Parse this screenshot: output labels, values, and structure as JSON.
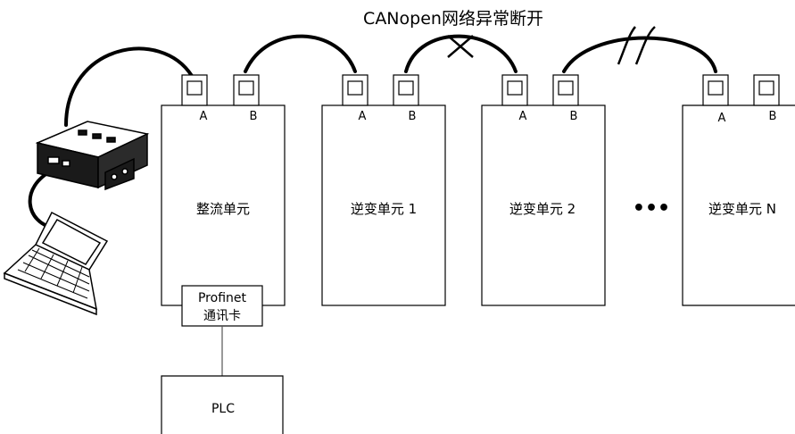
{
  "title": "CANopen网络异常断开",
  "ports": {
    "a": "A",
    "b": "B"
  },
  "units": {
    "rectifier": "整流单元",
    "inverter1": "逆变单元 1",
    "inverter2": "逆变单元 2",
    "inverterN": "逆变单元 N"
  },
  "ellipsis": "•••",
  "card": {
    "line1": "Profinet",
    "line2": "通讯卡"
  },
  "plc": "PLC"
}
